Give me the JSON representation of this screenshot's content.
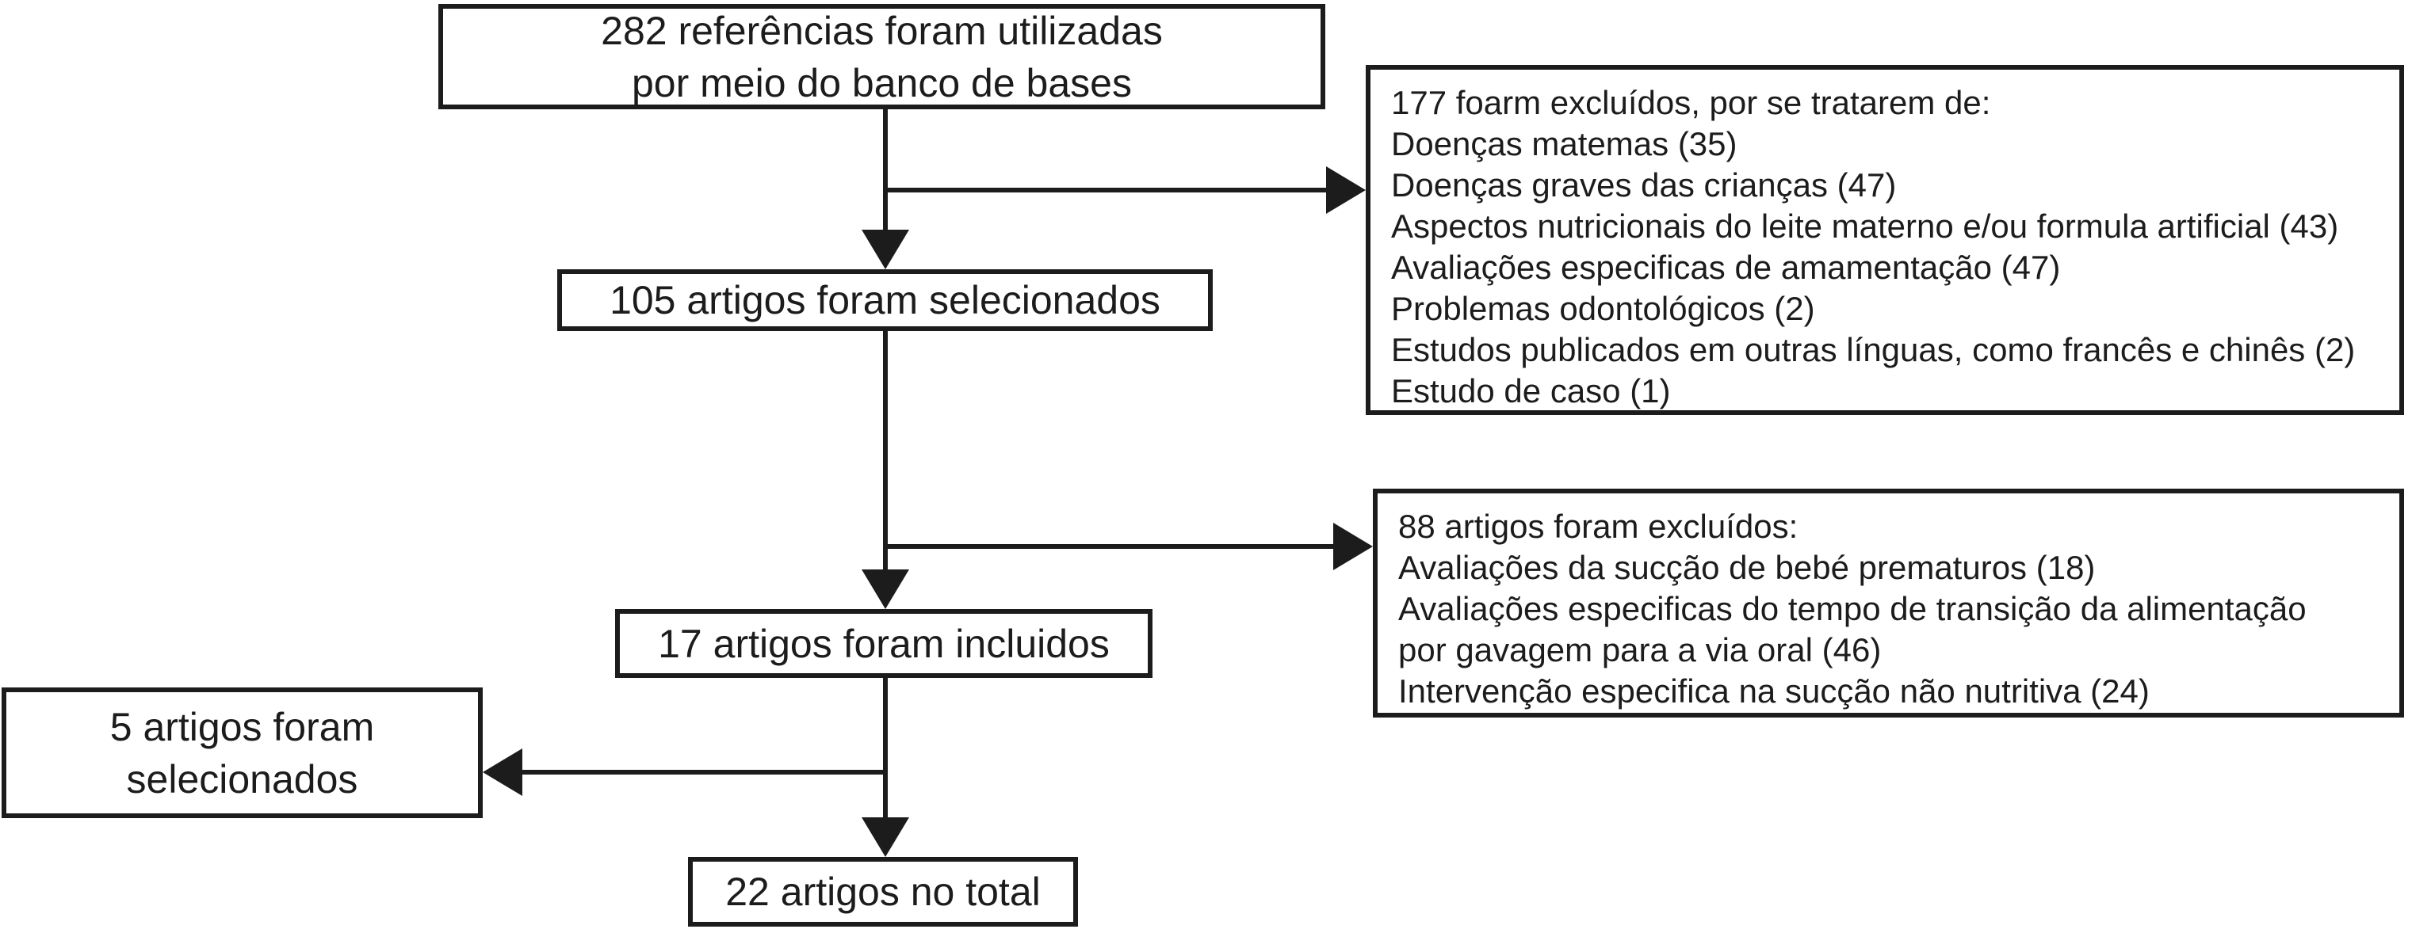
{
  "diagram": {
    "title": "Fluxograma de seleção de artigos",
    "colors": {
      "ink": "#1c1c1c",
      "background": "#ffffff"
    },
    "boxes": {
      "referencias": {
        "text": "282 referências foram utilizadas\npor meio do banco de bases"
      },
      "selecionados105": {
        "text": "105 artigos foram selecionados"
      },
      "incluidos17": {
        "text": "17 artigos foram incluidos"
      },
      "selecionados5": {
        "text": "5 artigos foram\nselecionados"
      },
      "total22": {
        "text": "22 artigos no total"
      },
      "excluidos177": {
        "lines": [
          "177 foarm excluídos, por se tratarem de:",
          "Doenças matemas (35)",
          "Doenças graves das crianças (47)",
          "Aspectos nutricionais do leite materno e/ou formula artificial (43)",
          "Avaliações especificas de amamentação (47)",
          "Problemas odontológicos (2)",
          "Estudos publicados em outras línguas, como francês e chinês (2)",
          "Estudo de caso (1)"
        ]
      },
      "excluidos88": {
        "lines": [
          "88 artigos foram excluídos:",
          "Avaliações da sucção de bebé prematuros (18)",
          "Avaliações especificas do tempo de transição da alimentação",
          "por gavagem para a via oral (46)",
          "Intervenção especifica na sucção não nutritiva (24)"
        ]
      }
    }
  }
}
